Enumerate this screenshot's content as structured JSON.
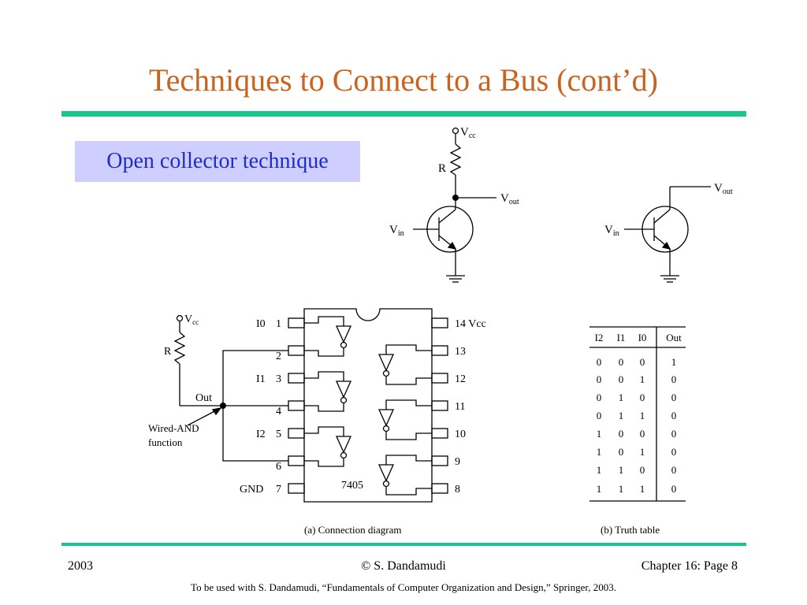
{
  "slide": {
    "title": "Techniques to Connect to a Bus (cont’d)",
    "badge": "Open collector technique",
    "footer": {
      "year": "2003",
      "author": "© S. Dandamudi",
      "page": "Chapter 16: Page 8",
      "note": "To be used with S. Dandamudi, “Fundamentals of Computer Organization and Design,” Springer, 2003."
    }
  },
  "circuits": {
    "vcc": "V",
    "vcc_sub": "cc",
    "r": "R",
    "vout": "V",
    "vout_sub": "out",
    "vin": "V",
    "vin_sub": "in"
  },
  "connection": {
    "vcc": "V",
    "vcc_sub": "cc",
    "r": "R",
    "out": "Out",
    "wired_and_1": "Wired-AND",
    "wired_and_2": "function",
    "chip": "7405",
    "left_pins": [
      {
        "name": "I0",
        "num": "1"
      },
      {
        "name": "",
        "num": "2"
      },
      {
        "name": "I1",
        "num": "3"
      },
      {
        "name": "",
        "num": "4"
      },
      {
        "name": "I2",
        "num": "5"
      },
      {
        "name": "",
        "num": "6"
      },
      {
        "name": "GND",
        "num": "7"
      }
    ],
    "right_pins": [
      "14 Vcc",
      "13",
      "12",
      "11",
      "10",
      "9",
      "8"
    ],
    "caption": "(a) Connection diagram"
  },
  "truth_table": {
    "headers": [
      "I2",
      "I1",
      "I0",
      "Out"
    ],
    "rows": [
      [
        "0",
        "0",
        "0",
        "1"
      ],
      [
        "0",
        "0",
        "1",
        "0"
      ],
      [
        "0",
        "1",
        "0",
        "0"
      ],
      [
        "0",
        "1",
        "1",
        "0"
      ],
      [
        "1",
        "0",
        "0",
        "0"
      ],
      [
        "1",
        "0",
        "1",
        "0"
      ],
      [
        "1",
        "1",
        "0",
        "0"
      ],
      [
        "1",
        "1",
        "1",
        "0"
      ]
    ],
    "caption": "(b) Truth table"
  }
}
